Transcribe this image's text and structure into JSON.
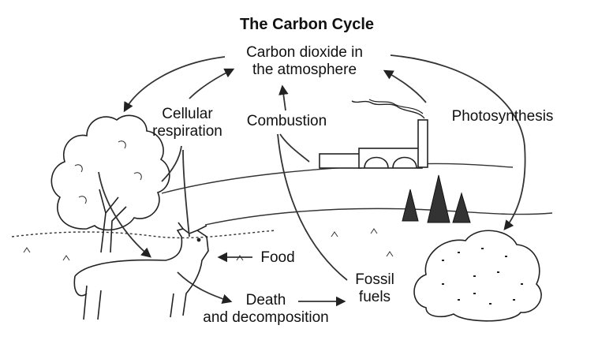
{
  "diagram": {
    "title": "The Carbon Cycle",
    "nodes": {
      "atmosphere": {
        "line1": "Carbon dioxide in",
        "line2": "the atmosphere"
      },
      "respiration": {
        "line1": "Cellular",
        "line2": "respiration"
      },
      "combustion": "Combustion",
      "photosynthesis": "Photosynthesis",
      "food": "Food",
      "fossil": {
        "line1": "Fossil",
        "line2": "fuels"
      },
      "death": {
        "line1": "Death",
        "line2": "and decomposition"
      }
    },
    "illustrations": [
      "deciduous-tree",
      "deer",
      "factory-with-smokestack",
      "pine-trees",
      "shrub",
      "hills"
    ],
    "style": {
      "ink": "#222222",
      "background": "#ffffff"
    }
  }
}
